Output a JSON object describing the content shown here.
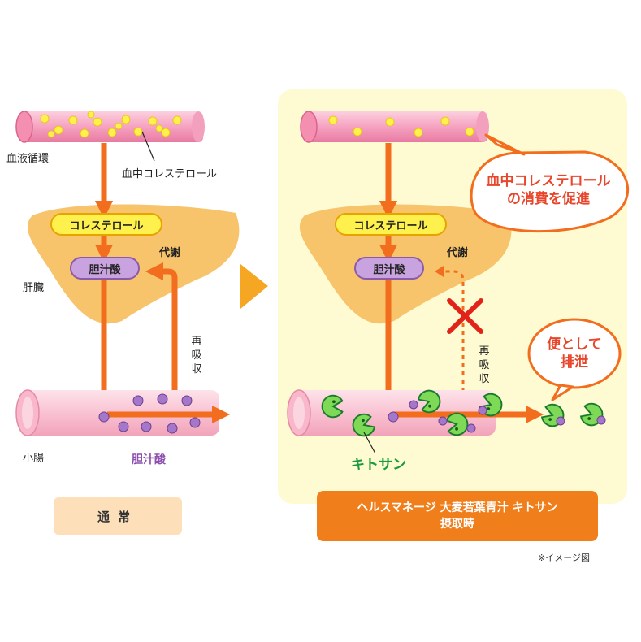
{
  "labels": {
    "blood_circulation": "血液循環",
    "blood_cholesterol": "血中コレステロール",
    "liver": "肝臓",
    "small_intestine": "小腸",
    "cholesterol": "コレステロール",
    "bile_acid": "胆汁酸",
    "metabolism": "代謝",
    "reabsorption": "再吸収",
    "chitosan": "キトサン",
    "image_note": "※イメージ図"
  },
  "panels": {
    "normal": {
      "caption": "通常"
    },
    "product": {
      "caption_line1": "ヘルスマネージ 大麦若葉青汁 キトサン",
      "caption_line2": "摂取時",
      "bubble_consumption": [
        "血中コレステロール",
        "の消費を促進"
      ],
      "bubble_excretion": [
        "便として",
        "排泄"
      ]
    }
  },
  "colors": {
    "arrow": "#f26d1d",
    "vessel": "#f7a9c4",
    "liver": "#f7c46b",
    "panel_bg": "#fefbd2",
    "chitosan": "#1a9a3c",
    "bile_acid": "#a577c8",
    "block_x": "#e2231a"
  },
  "icons": [
    "play-triangle-icon",
    "cross-x-icon",
    "chitosan-pacman-icon"
  ]
}
